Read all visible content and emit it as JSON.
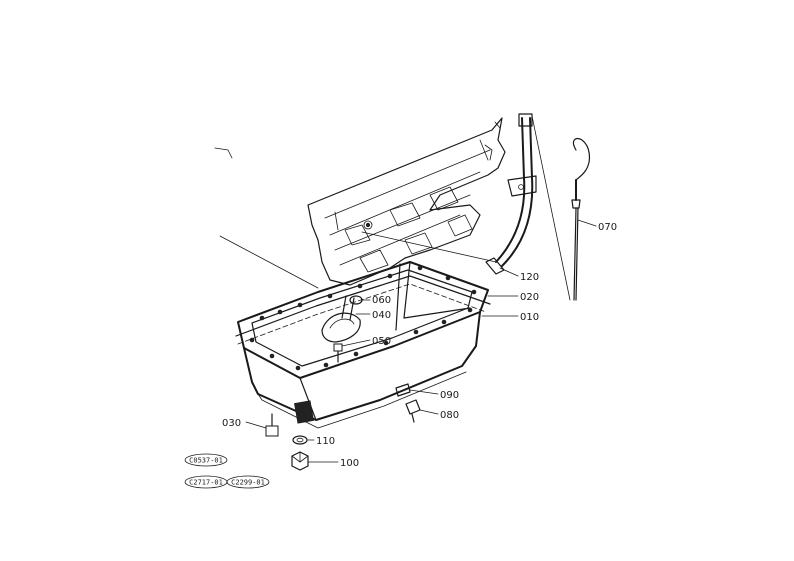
{
  "parts": [
    {
      "id": "p120",
      "number": "120"
    },
    {
      "id": "p070",
      "number": "070"
    },
    {
      "id": "p060",
      "number": "060"
    },
    {
      "id": "p040",
      "number": "040"
    },
    {
      "id": "p020",
      "number": "020"
    },
    {
      "id": "p010",
      "number": "010"
    },
    {
      "id": "p050",
      "number": "050"
    },
    {
      "id": "p090",
      "number": "090"
    },
    {
      "id": "p080",
      "number": "080"
    },
    {
      "id": "p030",
      "number": "030"
    },
    {
      "id": "p110",
      "number": "110"
    },
    {
      "id": "p100",
      "number": "100"
    }
  ],
  "references": [
    "C0537-01",
    "C2717-01",
    "C2299-01"
  ]
}
